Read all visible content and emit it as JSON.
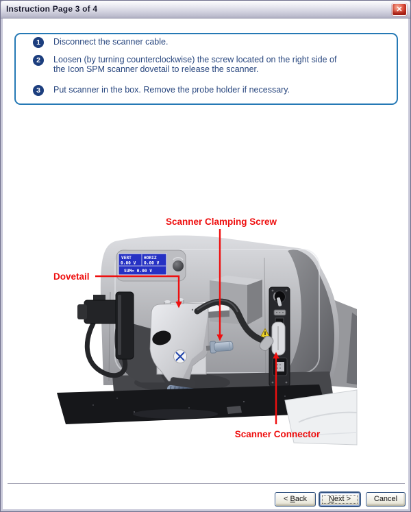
{
  "window": {
    "title": "Instruction Page 3 of 4",
    "close_glyph": "✕"
  },
  "instructions": {
    "steps": [
      {
        "num": "1",
        "lines": [
          "Disconnect the scanner cable."
        ]
      },
      {
        "num": "2",
        "lines": [
          "Loosen (by turning counterclockwise) the screw located on the right side of",
          "the Icon SPM scanner dovetail to release the scanner."
        ]
      },
      {
        "num": "3",
        "lines": [
          "Put scanner in the box. Remove the probe holder if necessary."
        ]
      }
    ]
  },
  "figure": {
    "display": {
      "vert_label": "VERT",
      "vert_value": "0.00 V",
      "horiz_label": "HORIZ",
      "horiz_value": "0.00 V",
      "sum_text": "SUM= 0.00 V"
    },
    "annotations": {
      "clamping_screw": "Scanner Clamping Screw",
      "dovetail": "Dovetail",
      "connector": "Scanner Connector"
    }
  },
  "footer": {
    "back": {
      "pre": "< ",
      "key": "B",
      "post": "ack"
    },
    "next": {
      "pre": "",
      "key": "N",
      "post": "ext >"
    },
    "cancel": {
      "pre": "",
      "key": "",
      "post": "Cancel"
    }
  },
  "colors": {
    "annotation_red": "#ee0f0f",
    "instruction_border_blue": "#2579b5",
    "step_badge_navy": "#1c3e7e",
    "step_text_blue": "#29477f",
    "lcd_blue": "#2531c4",
    "close_button_red": "#c22d20",
    "titlebar_silver": "#d5d5e2",
    "warning_yellow": "#ecd229"
  }
}
